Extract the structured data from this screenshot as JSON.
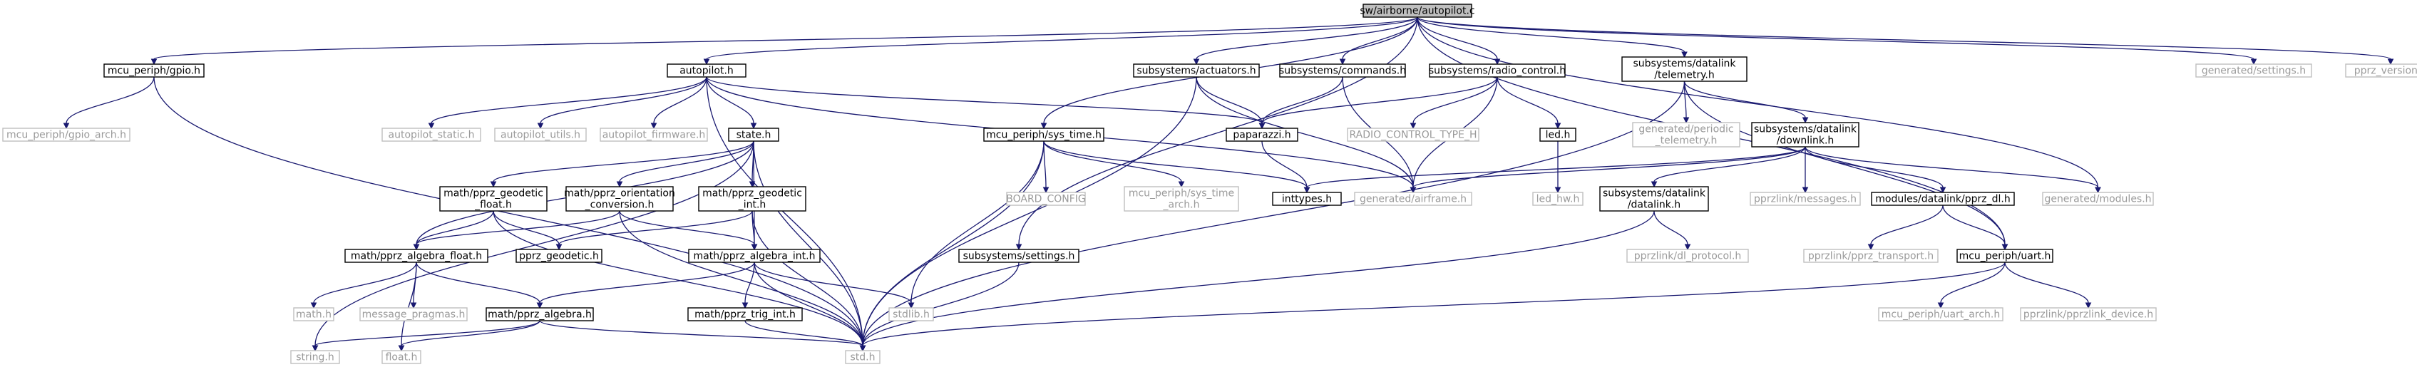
{
  "diagram": {
    "colors": {
      "edge": "#191970",
      "node_border": "#000000",
      "external_border": "#bfbfbf",
      "external_text": "#9a9a9a",
      "root_fill": "#bfbfbf"
    },
    "nodes": [
      {
        "id": "root",
        "lines": [
          "sw/airborne/autopilot.c"
        ],
        "kind": "root"
      },
      {
        "id": "gpio",
        "lines": [
          "mcu_periph/gpio.h"
        ],
        "kind": "normal"
      },
      {
        "id": "autopilot_h",
        "lines": [
          "autopilot.h"
        ],
        "kind": "normal"
      },
      {
        "id": "actuators",
        "lines": [
          "subsystems/actuators.h"
        ],
        "kind": "normal"
      },
      {
        "id": "commands",
        "lines": [
          "subsystems/commands.h"
        ],
        "kind": "normal"
      },
      {
        "id": "radio",
        "lines": [
          "subsystems/radio_control.h"
        ],
        "kind": "normal"
      },
      {
        "id": "telemetry",
        "lines": [
          "subsystems/datalink",
          "/telemetry.h"
        ],
        "kind": "normal"
      },
      {
        "id": "gen_settings",
        "lines": [
          "generated/settings.h"
        ],
        "kind": "external"
      },
      {
        "id": "pprz_version",
        "lines": [
          "pprz_version.h"
        ],
        "kind": "external"
      },
      {
        "id": "gpio_arch",
        "lines": [
          "mcu_periph/gpio_arch.h"
        ],
        "kind": "external"
      },
      {
        "id": "ap_static",
        "lines": [
          "autopilot_static.h"
        ],
        "kind": "external"
      },
      {
        "id": "ap_utils",
        "lines": [
          "autopilot_utils.h"
        ],
        "kind": "external"
      },
      {
        "id": "ap_firmware",
        "lines": [
          "autopilot_firmware.h"
        ],
        "kind": "external"
      },
      {
        "id": "state",
        "lines": [
          "state.h"
        ],
        "kind": "normal"
      },
      {
        "id": "sys_time",
        "lines": [
          "mcu_periph/sys_time.h"
        ],
        "kind": "normal"
      },
      {
        "id": "paparazzi",
        "lines": [
          "paparazzi.h"
        ],
        "kind": "normal"
      },
      {
        "id": "rc_type",
        "lines": [
          "RADIO_CONTROL_TYPE_H"
        ],
        "kind": "external"
      },
      {
        "id": "led",
        "lines": [
          "led.h"
        ],
        "kind": "normal"
      },
      {
        "id": "gen_periodic",
        "lines": [
          "generated/periodic",
          "_telemetry.h"
        ],
        "kind": "external"
      },
      {
        "id": "downlink",
        "lines": [
          "subsystems/datalink",
          "/downlink.h"
        ],
        "kind": "normal"
      },
      {
        "id": "geo_float",
        "lines": [
          "math/pprz_geodetic",
          "_float.h"
        ],
        "kind": "normal"
      },
      {
        "id": "orient",
        "lines": [
          "math/pprz_orientation",
          "_conversion.h"
        ],
        "kind": "normal"
      },
      {
        "id": "geo_int",
        "lines": [
          "math/pprz_geodetic",
          "_int.h"
        ],
        "kind": "normal"
      },
      {
        "id": "board_config",
        "lines": [
          "BOARD_CONFIG"
        ],
        "kind": "external"
      },
      {
        "id": "sys_time_arch",
        "lines": [
          "mcu_periph/sys_time",
          "_arch.h"
        ],
        "kind": "external"
      },
      {
        "id": "inttypes",
        "lines": [
          "inttypes.h"
        ],
        "kind": "normal"
      },
      {
        "id": "airframe",
        "lines": [
          "generated/airframe.h"
        ],
        "kind": "external"
      },
      {
        "id": "led_hw",
        "lines": [
          "led_hw.h"
        ],
        "kind": "external"
      },
      {
        "id": "dl_datalink",
        "lines": [
          "subsystems/datalink",
          "/datalink.h"
        ],
        "kind": "normal"
      },
      {
        "id": "pprzlink_msgs",
        "lines": [
          "pprzlink/messages.h"
        ],
        "kind": "external"
      },
      {
        "id": "pprz_dl",
        "lines": [
          "modules/datalink/pprz_dl.h"
        ],
        "kind": "normal"
      },
      {
        "id": "gen_modules",
        "lines": [
          "generated/modules.h"
        ],
        "kind": "external"
      },
      {
        "id": "alg_float",
        "lines": [
          "math/pprz_algebra_float.h"
        ],
        "kind": "normal"
      },
      {
        "id": "geodetic",
        "lines": [
          "pprz_geodetic.h"
        ],
        "kind": "normal"
      },
      {
        "id": "alg_int",
        "lines": [
          "math/pprz_algebra_int.h"
        ],
        "kind": "normal"
      },
      {
        "id": "settings",
        "lines": [
          "subsystems/settings.h"
        ],
        "kind": "normal"
      },
      {
        "id": "dl_protocol",
        "lines": [
          "pprzlink/dl_protocol.h"
        ],
        "kind": "external"
      },
      {
        "id": "pprz_transport",
        "lines": [
          "pprzlink/pprz_transport.h"
        ],
        "kind": "external"
      },
      {
        "id": "uart",
        "lines": [
          "mcu_periph/uart.h"
        ],
        "kind": "normal"
      },
      {
        "id": "math_h",
        "lines": [
          "math.h"
        ],
        "kind": "external"
      },
      {
        "id": "msg_pragmas",
        "lines": [
          "message_pragmas.h"
        ],
        "kind": "external"
      },
      {
        "id": "stdlib",
        "lines": [
          "stdlib.h"
        ],
        "kind": "external"
      },
      {
        "id": "alg",
        "lines": [
          "math/pprz_algebra.h"
        ],
        "kind": "normal"
      },
      {
        "id": "trig_int",
        "lines": [
          "math/pprz_trig_int.h"
        ],
        "kind": "normal"
      },
      {
        "id": "uart_arch",
        "lines": [
          "mcu_periph/uart_arch.h"
        ],
        "kind": "external"
      },
      {
        "id": "pprzlink_device",
        "lines": [
          "pprzlink/pprzlink_device.h"
        ],
        "kind": "external"
      },
      {
        "id": "string",
        "lines": [
          "string.h"
        ],
        "kind": "external"
      },
      {
        "id": "float",
        "lines": [
          "float.h"
        ],
        "kind": "external"
      },
      {
        "id": "std",
        "lines": [
          "std.h"
        ],
        "kind": "external"
      }
    ],
    "edges": [
      [
        "root",
        "gpio"
      ],
      [
        "root",
        "autopilot_h"
      ],
      [
        "root",
        "actuators"
      ],
      [
        "root",
        "commands"
      ],
      [
        "root",
        "radio"
      ],
      [
        "root",
        "telemetry"
      ],
      [
        "root",
        "gen_settings"
      ],
      [
        "root",
        "pprz_version"
      ],
      [
        "root",
        "sys_time"
      ],
      [
        "root",
        "settings"
      ],
      [
        "root",
        "gen_modules"
      ],
      [
        "root",
        "uart"
      ],
      [
        "gpio",
        "gpio_arch"
      ],
      [
        "gpio",
        "std"
      ],
      [
        "autopilot_h",
        "ap_static"
      ],
      [
        "autopilot_h",
        "ap_utils"
      ],
      [
        "autopilot_h",
        "ap_firmware"
      ],
      [
        "autopilot_h",
        "state"
      ],
      [
        "autopilot_h",
        "paparazzi"
      ],
      [
        "autopilot_h",
        "airframe"
      ],
      [
        "autopilot_h",
        "std"
      ],
      [
        "actuators",
        "paparazzi"
      ],
      [
        "actuators",
        "airframe"
      ],
      [
        "actuators",
        "std"
      ],
      [
        "commands",
        "paparazzi"
      ],
      [
        "commands",
        "airframe"
      ],
      [
        "radio",
        "paparazzi"
      ],
      [
        "radio",
        "rc_type"
      ],
      [
        "radio",
        "led"
      ],
      [
        "radio",
        "airframe"
      ],
      [
        "telemetry",
        "gen_periodic"
      ],
      [
        "telemetry",
        "downlink"
      ],
      [
        "telemetry",
        "uart"
      ],
      [
        "telemetry",
        "std"
      ],
      [
        "state",
        "geo_float"
      ],
      [
        "state",
        "orient"
      ],
      [
        "state",
        "geo_int"
      ],
      [
        "state",
        "alg_float"
      ],
      [
        "state",
        "alg_int"
      ],
      [
        "state",
        "std"
      ],
      [
        "state",
        "string"
      ],
      [
        "sys_time",
        "board_config"
      ],
      [
        "sys_time",
        "sys_time_arch"
      ],
      [
        "sys_time",
        "inttypes"
      ],
      [
        "sys_time",
        "stdlib"
      ],
      [
        "sys_time",
        "std"
      ],
      [
        "paparazzi",
        "inttypes"
      ],
      [
        "led",
        "led_hw"
      ],
      [
        "downlink",
        "inttypes"
      ],
      [
        "downlink",
        "airframe"
      ],
      [
        "downlink",
        "dl_datalink"
      ],
      [
        "downlink",
        "pprzlink_msgs"
      ],
      [
        "downlink",
        "pprz_dl"
      ],
      [
        "downlink",
        "gen_modules"
      ],
      [
        "geo_float",
        "alg_float"
      ],
      [
        "geo_float",
        "geodetic"
      ],
      [
        "geo_float",
        "std"
      ],
      [
        "orient",
        "alg_float"
      ],
      [
        "orient",
        "alg_int"
      ],
      [
        "orient",
        "std"
      ],
      [
        "geo_int",
        "geodetic"
      ],
      [
        "geo_int",
        "alg_int"
      ],
      [
        "geo_int",
        "std"
      ],
      [
        "dl_datalink",
        "dl_protocol"
      ],
      [
        "dl_datalink",
        "std"
      ],
      [
        "pprz_dl",
        "pprz_transport"
      ],
      [
        "pprz_dl",
        "uart"
      ],
      [
        "alg_float",
        "math_h"
      ],
      [
        "alg_float",
        "msg_pragmas"
      ],
      [
        "alg_float",
        "alg"
      ],
      [
        "alg_float",
        "float"
      ],
      [
        "alg_int",
        "alg"
      ],
      [
        "alg_int",
        "trig_int"
      ],
      [
        "alg_int",
        "stdlib"
      ],
      [
        "alg_int",
        "std"
      ],
      [
        "settings",
        "std"
      ],
      [
        "uart",
        "uart_arch"
      ],
      [
        "uart",
        "pprzlink_device"
      ],
      [
        "uart",
        "std"
      ],
      [
        "alg",
        "string"
      ],
      [
        "alg",
        "float"
      ],
      [
        "alg",
        "std"
      ],
      [
        "trig_int",
        "std"
      ]
    ]
  }
}
